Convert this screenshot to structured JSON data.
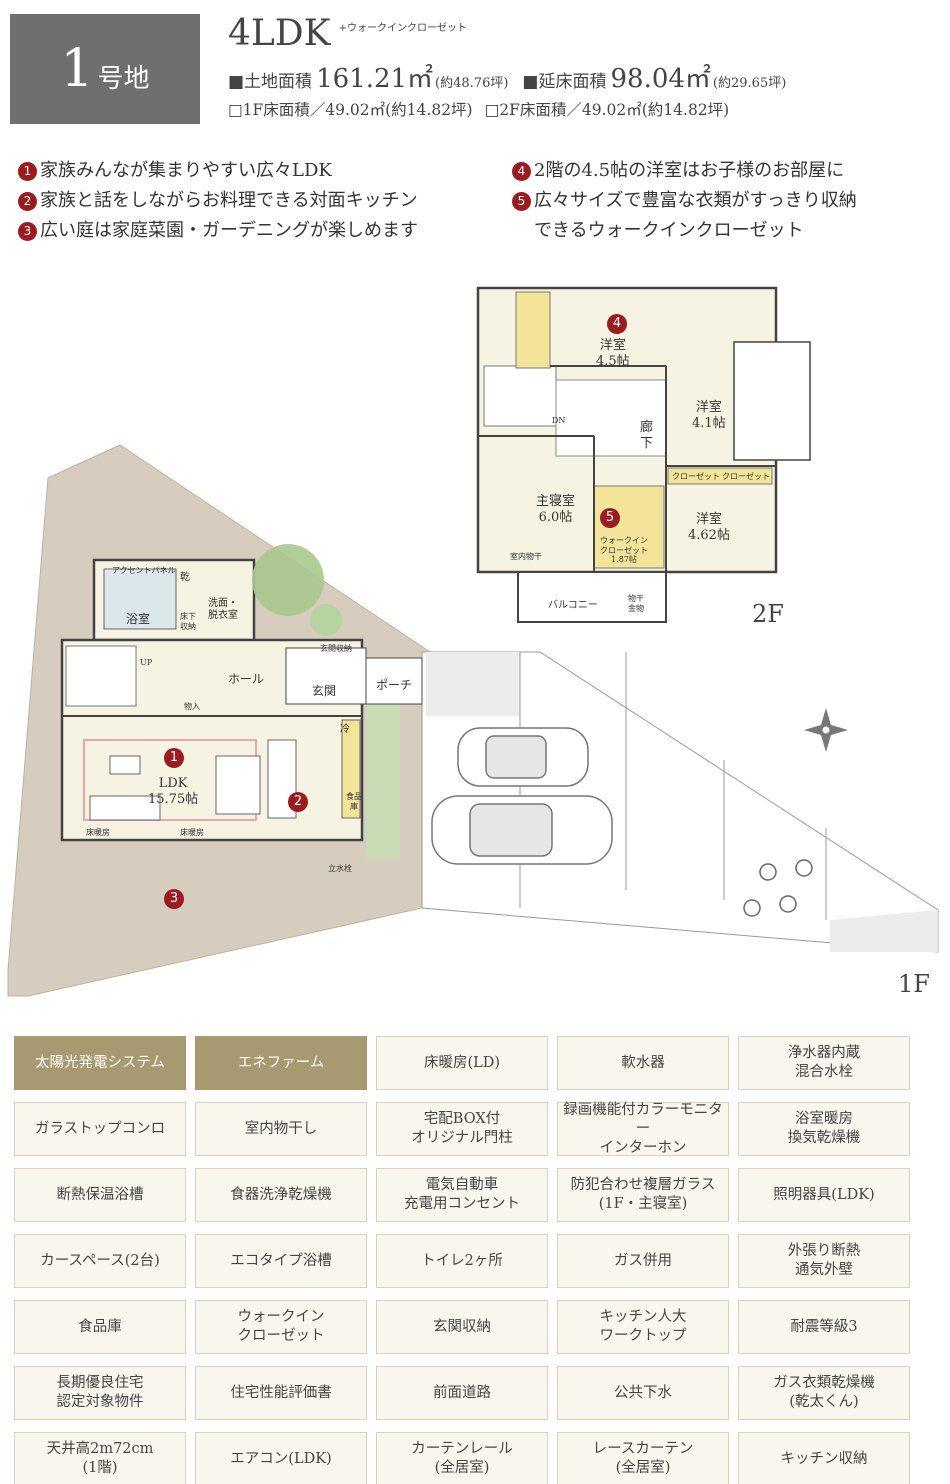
{
  "header": {
    "lot_number": "1",
    "lot_suffix": "号地",
    "plan_type": "4LDK",
    "plan_note": "+ウォークインクローゼット",
    "land_area_label": "■土地面積",
    "land_area_value": "161.21㎡",
    "land_area_tsubo": "(約48.76坪)",
    "floor_area_label": "■延床面積",
    "floor_area_value": "98.04㎡",
    "floor_area_tsubo": "(約29.65坪)",
    "floor1_area": "□1F床面積／49.02㎡(約14.82坪)",
    "floor2_area": "□2F床面積／49.02㎡(約14.82坪)"
  },
  "features": [
    {
      "num": "1",
      "text": "家族みんなが集まりやすい広々LDK"
    },
    {
      "num": "2",
      "text": "家族と話をしながらお料理できる対面キッチン"
    },
    {
      "num": "3",
      "text": "広い庭は家庭菜園・ガーデニングが楽しめます"
    },
    {
      "num": "4",
      "text": "2階の4.5帖の洋室はお子様のお部屋に"
    },
    {
      "num": "5",
      "text": "広々サイズで豊富な衣類がすっきり収納",
      "text2": "できるウォークインクローゼット"
    }
  ],
  "floor2": {
    "label": "2F",
    "room_45": "洋室\n4.5帖",
    "room_41": "洋室\n4.1帖",
    "room_462": "洋室\n4.62帖",
    "master": "主寝室\n6.0帖",
    "corridor": "廊\n下",
    "wic": "ウォークイン\nクローゼット\n1.87帖",
    "indoor_dry": "室内物干",
    "balcony": "バルコニー",
    "dry_hardware": "物干\n金物",
    "closet": "クローゼット",
    "dn": "DN"
  },
  "floor1": {
    "label": "1F",
    "ldk": "LDK\n15.75帖",
    "bath": "浴室",
    "washroom": "洗面・\n脱衣室",
    "dryer": "乾",
    "under_floor": "床下\n収納",
    "hall": "ホール",
    "entrance": "玄関",
    "entrance_storage": "玄関収納",
    "porch": "ポーチ",
    "storage": "物入",
    "fridge": "冷",
    "pantry": "食品\n庫",
    "floor_heating_1": "床暖房",
    "floor_heating_2": "床暖房",
    "faucet": "立水栓",
    "up": "UP",
    "accent_panel": "アクセントパネル"
  },
  "equipment": [
    {
      "label": "太陽光発電システム",
      "highlight": true
    },
    {
      "label": "エネファーム",
      "highlight": true
    },
    {
      "label": "床暖房(LD)"
    },
    {
      "label": "軟水器"
    },
    {
      "label": "浄水器内蔵\n混合水栓"
    },
    {
      "label": "ガラストップコンロ"
    },
    {
      "label": "室内物干し"
    },
    {
      "label": "宅配BOX付\nオリジナル門柱"
    },
    {
      "label": "録画機能付カラーモニター\nインターホン"
    },
    {
      "label": "浴室暖房\n換気乾燥機"
    },
    {
      "label": "断熱保温浴槽"
    },
    {
      "label": "食器洗浄乾燥機"
    },
    {
      "label": "電気自動車\n充電用コンセント"
    },
    {
      "label": "防犯合わせ複層ガラス\n(1F・主寝室)"
    },
    {
      "label": "照明器具(LDK)"
    },
    {
      "label": "カースペース(2台)"
    },
    {
      "label": "エコタイプ浴槽"
    },
    {
      "label": "トイレ2ヶ所"
    },
    {
      "label": "ガス併用"
    },
    {
      "label": "外張り断熱\n通気外壁"
    },
    {
      "label": "食品庫"
    },
    {
      "label": "ウォークイン\nクローゼット"
    },
    {
      "label": "玄関収納"
    },
    {
      "label": "キッチン人大\nワークトップ"
    },
    {
      "label": "耐震等級3"
    },
    {
      "label": "長期優良住宅\n認定対象物件"
    },
    {
      "label": "住宅性能評価書"
    },
    {
      "label": "前面道路"
    },
    {
      "label": "公共下水"
    },
    {
      "label": "ガス衣類乾燥機\n(乾太くん)"
    },
    {
      "label": "天井高2m72cm\n(1階)"
    },
    {
      "label": "エアコン(LDK)"
    },
    {
      "label": "カーテンレール\n(全居室)"
    },
    {
      "label": "レースカーテン\n(全居室)"
    },
    {
      "label": "キッチン収納"
    }
  ],
  "colors": {
    "badge": "#6f6f6f",
    "marker": "#9c1b20",
    "highlight_cell": "#a79a71",
    "cell_bg": "#f8f6ed",
    "lot_ground": "#d6cdbf",
    "room_fill": "#f6f3e3"
  }
}
